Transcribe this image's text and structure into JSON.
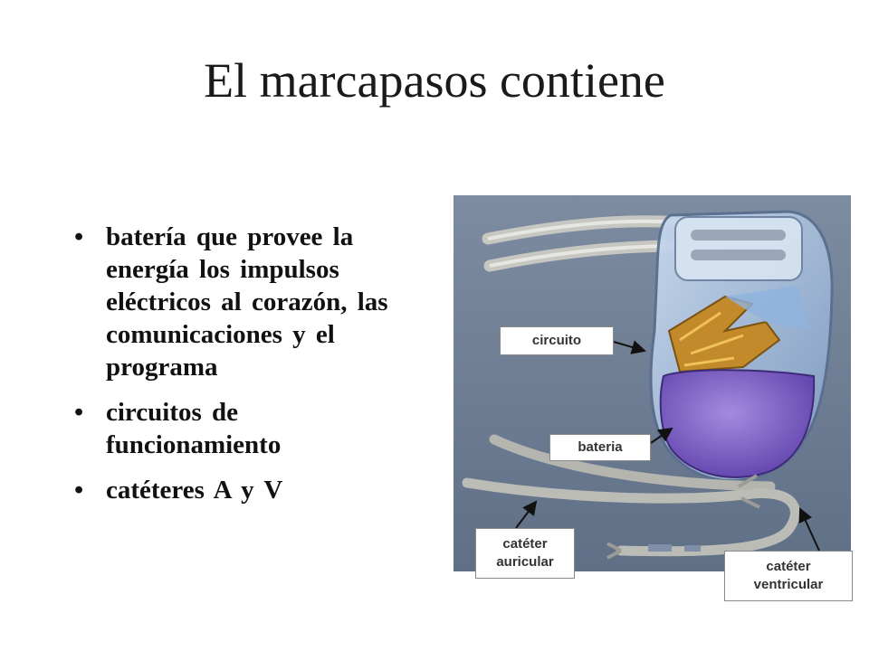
{
  "slide": {
    "title": "El marcapasos contiene",
    "bullet_symbol": "•",
    "bullets": [
      "batería que provee la energía los impulsos eléctricos al corazón, las comunicaciones y el programa",
      "circuitos de funcionamiento",
      "catéteres A y V"
    ]
  },
  "figure": {
    "labels": {
      "circuito": "circuito",
      "bateria": "bateria",
      "cateter_auricular": "catéter\nauricular",
      "cateter_ventricular": "catéter\nventricular"
    },
    "colors": {
      "background": "#6f7f93",
      "battery": "#7c5fc4",
      "circuit": "#c28a2a",
      "case": "#9fb8d6",
      "lead": "#b9b9b4"
    }
  }
}
